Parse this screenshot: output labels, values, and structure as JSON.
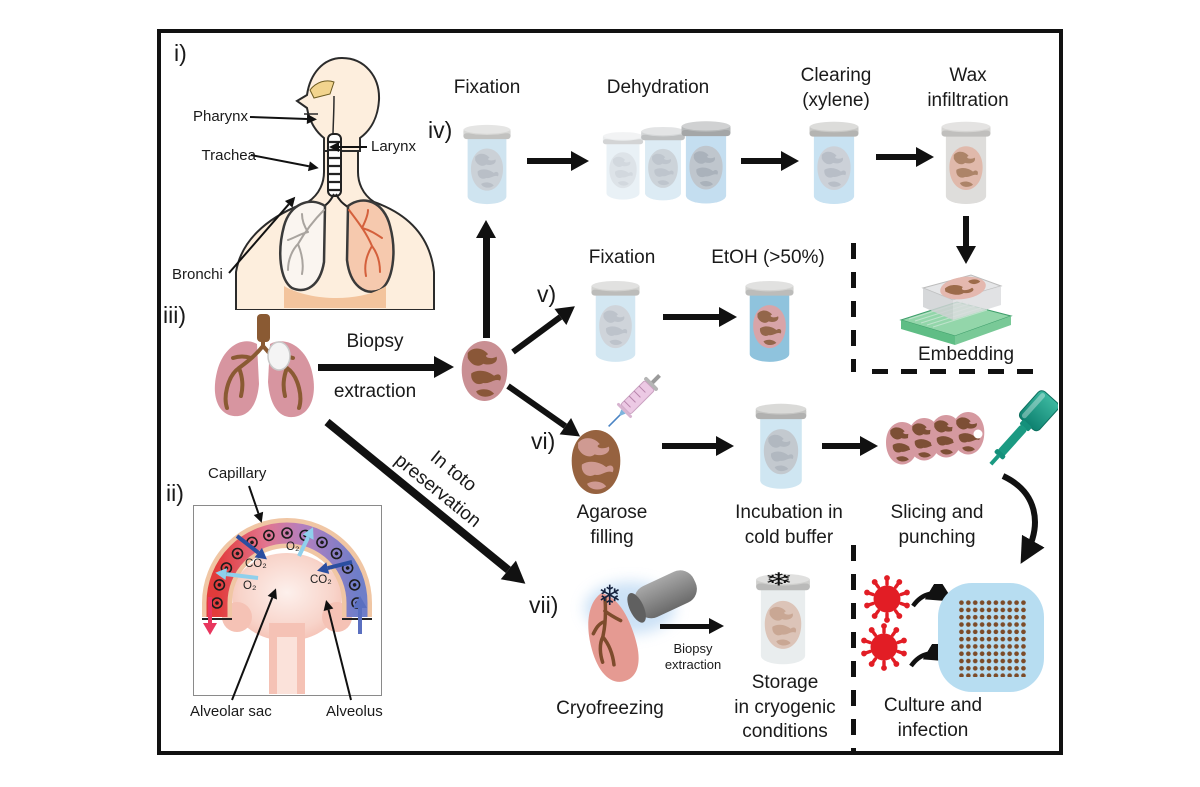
{
  "colors": {
    "outline_black": "#111111",
    "virus_red": "#e21d25",
    "lung_pink": "#d795a0",
    "bronchi_brown": "#8a5a33",
    "vial_body_blue": "#cfe4f0",
    "etoh_blue": "#8fc3dd",
    "vial_cap_gray": "#c9c9c7",
    "punch_teal": "#1b9a82",
    "cassette_green": "#93d6aa",
    "culture_plate_blue": "#b7ddf1",
    "capillary_red": "#e23b3b",
    "capillary_blue": "#6f7ec9",
    "o2_arrow_blue": "#8fd0ec",
    "co2_arrow_blue": "#2b4ea0",
    "skin": "#fdeedd"
  },
  "panel_labels": {
    "i": "i)",
    "ii": "ii)",
    "iii": "iii)",
    "iv": "iv)",
    "v": "v)",
    "vi": "vi)",
    "vii": "vii)"
  },
  "anatomy": {
    "pharynx": "Pharynx",
    "trachea": "Trachea",
    "larynx": "Larynx",
    "bronchi": "Bronchi"
  },
  "alveolus": {
    "capillary": "Capillary",
    "alveolar_sac": "Alveolar sac",
    "alveolus": "Alveolus",
    "o2": "O₂",
    "co2": "CO₂"
  },
  "biopsy": {
    "line1": "Biopsy",
    "line2": "extraction",
    "in_toto_line1": "In toto",
    "in_toto_line2": "preservation"
  },
  "paraffin_row": {
    "fixation": "Fixation",
    "dehydration": "Dehydration",
    "clearing_line1": "Clearing",
    "clearing_line2": "(xylene)",
    "wax_line1": "Wax",
    "wax_line2": "infiltration",
    "embedding": "Embedding"
  },
  "etoh_row": {
    "fixation": "Fixation",
    "etoh": "EtOH (>50%)"
  },
  "slice_row": {
    "agarose_line1": "Agarose",
    "agarose_line2": "filling",
    "incubation_line1": "Incubation in",
    "incubation_line2": "cold buffer",
    "slicing_line1": "Slicing and",
    "slicing_line2": "punching"
  },
  "cryo_row": {
    "cryofreezing": "Cryofreezing",
    "arrow_line1": "Biopsy",
    "arrow_line2": "extraction",
    "storage_line1": "Storage",
    "storage_line2": "in cryogenic",
    "storage_line3": "conditions",
    "culture_line1": "Culture and",
    "culture_line2": "infection"
  }
}
